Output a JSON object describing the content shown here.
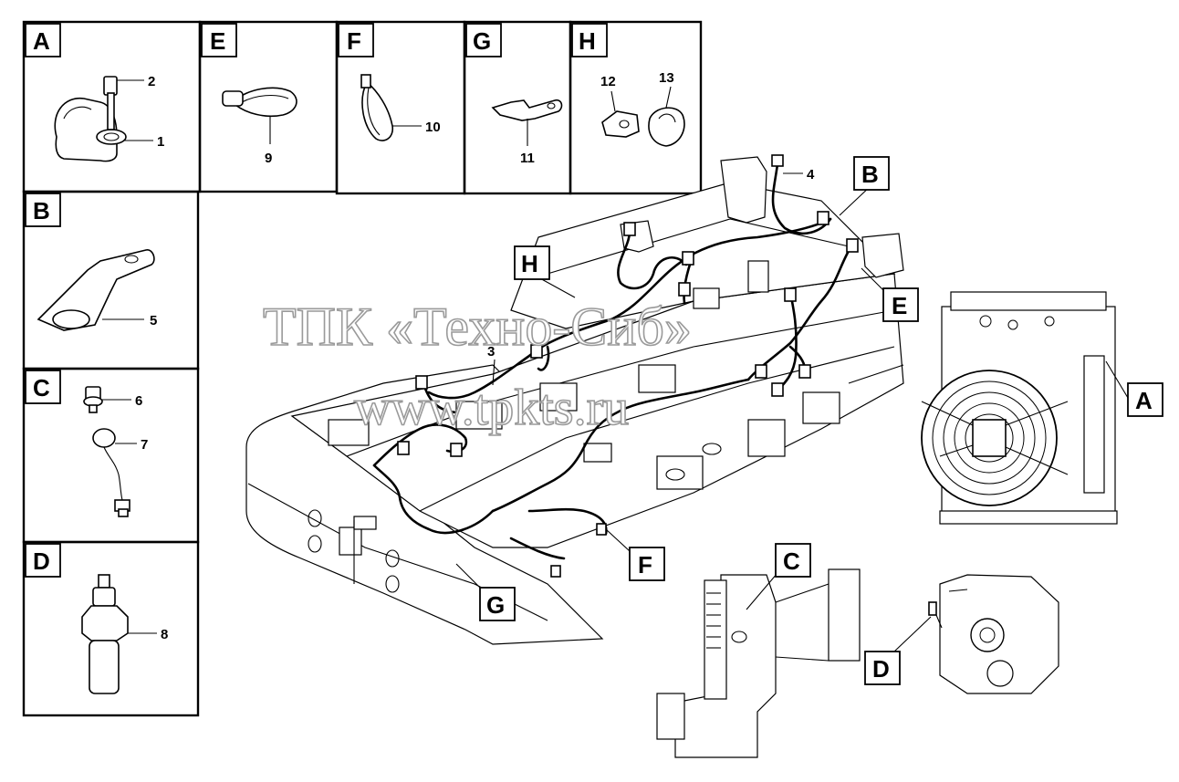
{
  "detail_panels": [
    {
      "letter": "A",
      "callouts": [
        "2",
        "1"
      ]
    },
    {
      "letter": "E",
      "callouts": [
        "9"
      ]
    },
    {
      "letter": "F",
      "callouts": [
        "10"
      ]
    },
    {
      "letter": "G",
      "callouts": [
        "11"
      ]
    },
    {
      "letter": "H",
      "callouts": [
        "12",
        "13"
      ]
    },
    {
      "letter": "B",
      "callouts": [
        "5"
      ]
    },
    {
      "letter": "C",
      "callouts": [
        "6",
        "7"
      ]
    },
    {
      "letter": "D",
      "callouts": [
        "8"
      ]
    }
  ],
  "main_labels": {
    "b": "B",
    "h": "H",
    "e": "E",
    "a": "A",
    "f": "F",
    "g": "G",
    "c": "C",
    "d": "D"
  },
  "main_callouts": {
    "harness": "3",
    "sensor": "4"
  },
  "watermark": {
    "line1": "ТПК «Техно-Сиб»",
    "line2": "www.tpkts.ru"
  }
}
